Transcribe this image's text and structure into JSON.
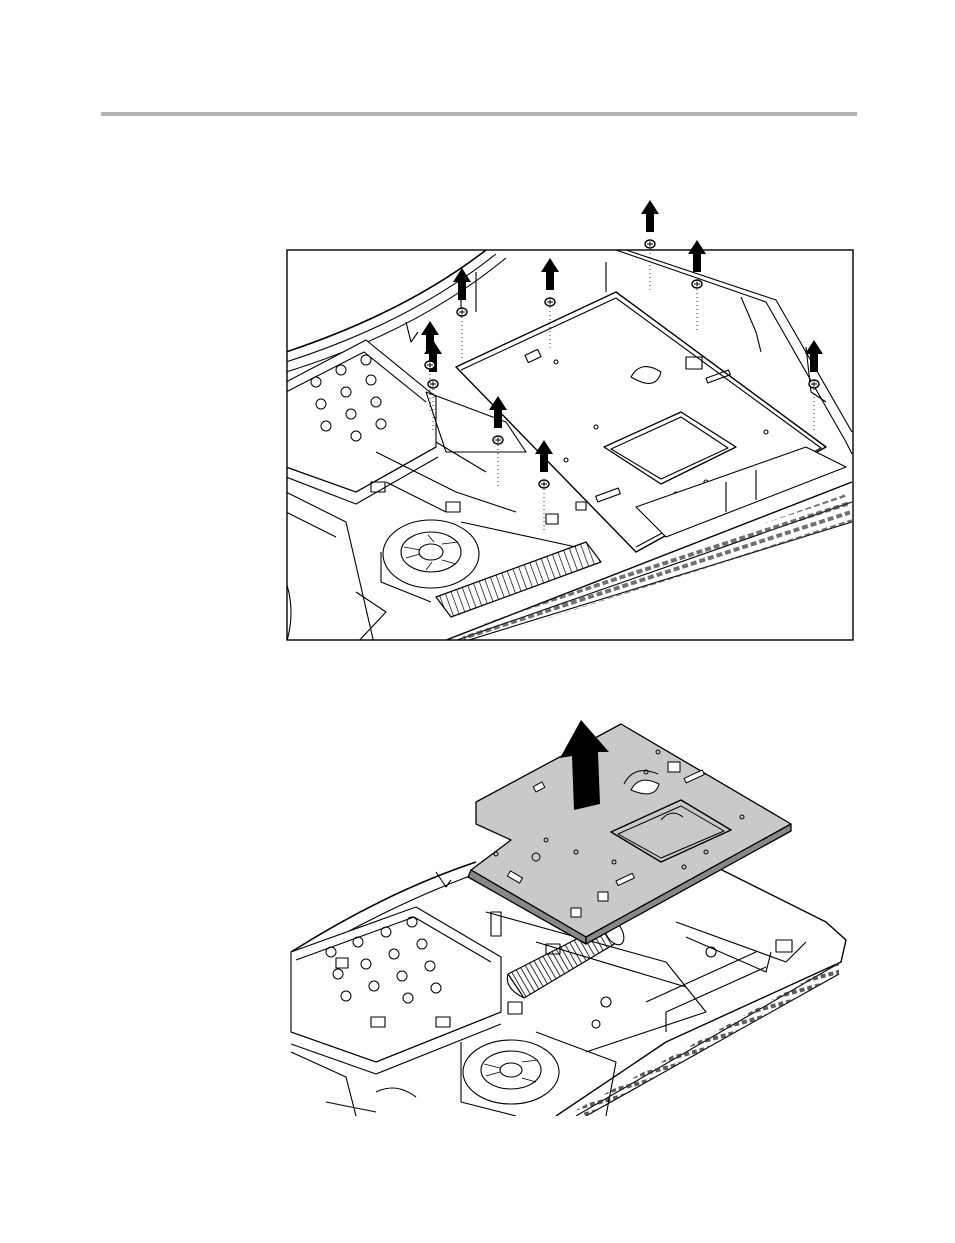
{
  "page": {
    "background": "#ffffff",
    "rule_color": "#b4b4b4"
  },
  "figures": [
    {
      "id": "remove-screens",
      "arrow_icon": "up-arrow-icon",
      "screw_count": 9
    },
    {
      "id": "lift-board",
      "arrow_icon": "up-arrow-icon",
      "board_fill": "#c9c9c9"
    }
  ]
}
